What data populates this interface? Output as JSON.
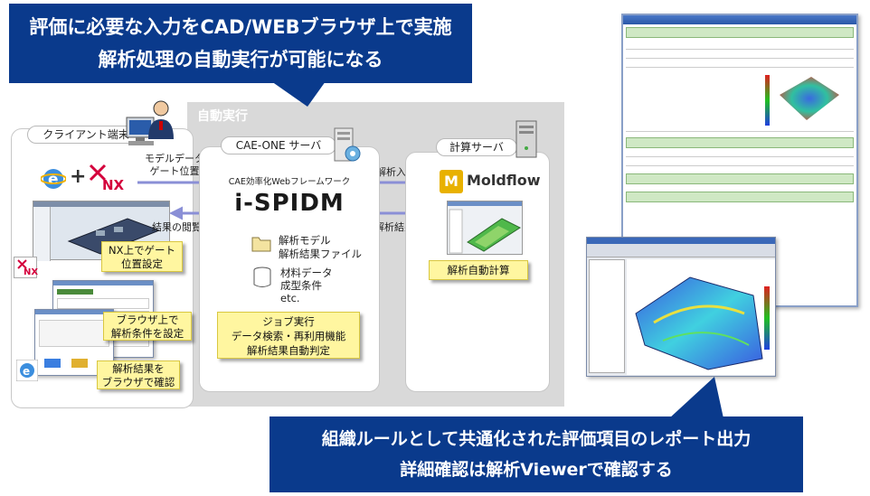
{
  "top_callout": {
    "line1": "評価に必要な入力をCAD/WEBブラウザ上で実施",
    "line2": "解析処理の自動実行が可能になる"
  },
  "bottom_callout": {
    "line1": "組織ルールとして共通化された評価項目のレポート出力",
    "line2": "詳細確認は解析Viewerで確認する"
  },
  "auto_exec_label": "自動実行",
  "client": {
    "title": "クライアント端末",
    "nx_label": "NX",
    "nx_icon_label": "NX",
    "note_nx": [
      "NX上でゲート",
      "位置設定"
    ],
    "note_browser": [
      "ブラウザ上で",
      "解析条件を設定"
    ],
    "note_result": [
      "解析結果を",
      "ブラウザで確認"
    ]
  },
  "arrows": {
    "model_data": [
      "モデルデータ",
      "ゲート位置"
    ],
    "result_view": "結果の閲覧",
    "analysis_input": "解析入力",
    "analysis_result": "解析結果"
  },
  "server": {
    "title": "CAE-ONE サーバ",
    "framework": "CAE効率化Webフレームワーク",
    "logo": "i-SPIDM",
    "files": [
      "解析モデル",
      "解析結果ファイル"
    ],
    "db": [
      "材料データ",
      "成型条件",
      "etc."
    ],
    "note": [
      "ジョブ実行",
      "データ検索・再利用機能",
      "解析結果自動判定"
    ]
  },
  "calc": {
    "title": "計算サーバ",
    "moldflow": "Moldflow",
    "moldflow_icon": "M",
    "note": "解析自動計算"
  },
  "colors": {
    "callout": "#0a3a8c",
    "note": "#fff6a0",
    "arrow": "#8a8fd6",
    "auto_bg": "#d9d9d9"
  }
}
